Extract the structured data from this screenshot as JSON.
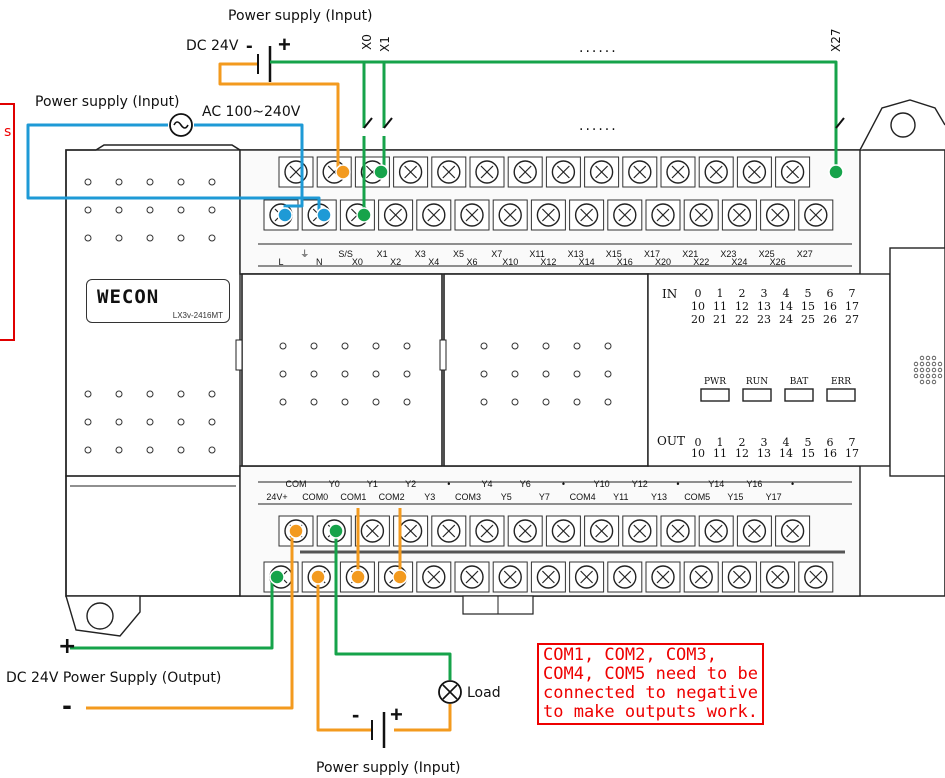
{
  "labels": {
    "top_power_input": "Power supply (Input)",
    "dc24v_top": "DC 24V",
    "left_power_input": "Power supply (Input)",
    "ac_range": "AC 100~240V",
    "x0": "X0",
    "x1": "X1",
    "x27": "X27",
    "dots_top": "......",
    "dots_mid": "......",
    "left_note_fragment": "s",
    "plus_sign": "+",
    "minus_sign": "-",
    "dc_out": "DC 24V Power Supply (Output)",
    "load": "Load",
    "bottom_power_input": "Power supply (Input)"
  },
  "plc": {
    "brand": "WECON",
    "model": "LX3v-2416MT"
  },
  "terminals": {
    "input_top": [
      "",
      "⏚",
      "S/S",
      "X1",
      "X3",
      "X5",
      "X7",
      "X11",
      "X13",
      "X15",
      "X17",
      "X21",
      "X23",
      "X25",
      "X27"
    ],
    "input_bottom": [
      "L",
      "N",
      "X0",
      "X2",
      "X4",
      "X6",
      "X10",
      "X12",
      "X14",
      "X16",
      "X20",
      "X22",
      "X24",
      "X26"
    ],
    "output_top": [
      "COM",
      "Y0",
      "Y1",
      "Y2",
      "•",
      "Y4",
      "Y6",
      "•",
      "Y10",
      "Y12",
      "•",
      "Y14",
      "Y16",
      "•"
    ],
    "output_bottom": [
      "24V+",
      "COM0",
      "COM1",
      "COM2",
      "Y3",
      "COM3",
      "Y5",
      "Y7",
      "COM4",
      "Y11",
      "Y13",
      "COM5",
      "Y15",
      "Y17"
    ]
  },
  "indicator": {
    "in_label": "IN",
    "in_rows": [
      [
        "0",
        "1",
        "2",
        "3",
        "4",
        "5",
        "6",
        "7"
      ],
      [
        "10",
        "11",
        "12",
        "13",
        "14",
        "15",
        "16",
        "17"
      ],
      [
        "20",
        "21",
        "22",
        "23",
        "24",
        "25",
        "26",
        "27"
      ]
    ],
    "leds": [
      "PWR",
      "RUN",
      "BAT",
      "ERR"
    ],
    "out_label": "OUT",
    "out_rows": [
      [
        "0",
        "1",
        "2",
        "3",
        "4",
        "5",
        "6",
        "7"
      ],
      [
        "10",
        "11",
        "12",
        "13",
        "14",
        "15",
        "16",
        "17"
      ]
    ]
  },
  "note": {
    "text": "COM1, COM2, COM3,\nCOM4, COM5 need to be\nconnected to negative\nto make outputs work."
  },
  "colors": {
    "green": "#16a34a",
    "orange": "#f39a1e",
    "blue": "#1e9ad6",
    "red": "#e00000"
  }
}
